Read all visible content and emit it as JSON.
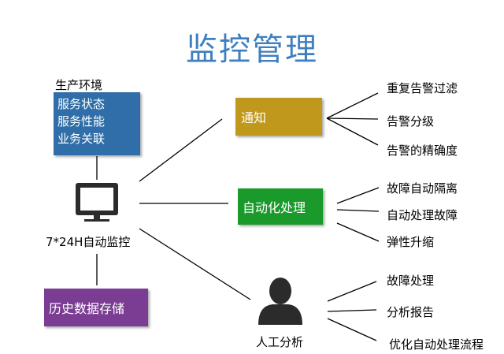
{
  "title": "监控管理",
  "env": {
    "label": "生产环境",
    "items": [
      "服务状态",
      "服务性能",
      "业务关联"
    ]
  },
  "monitor": {
    "icon": "monitor-icon",
    "label": "7*24H自动监控"
  },
  "history": {
    "label": "历史数据存储"
  },
  "notify": {
    "label": "通知",
    "items": [
      "重复告警过滤",
      "告警分级",
      "告警的精确度"
    ]
  },
  "automation": {
    "label": "自动化处理",
    "items": [
      "故障自动隔离",
      "自动处理故障",
      "弹性升缩"
    ]
  },
  "manual": {
    "icon": "person-icon",
    "label": "人工分析",
    "items": [
      "故障处理",
      "分析报告",
      "优化自动处理流程"
    ]
  },
  "colors": {
    "title": "#3f7fbf",
    "env_box": "#2f6ea8",
    "notify_box": "#c0981c",
    "auto_box": "#1a9a2a",
    "history_box": "#7a3d93"
  }
}
